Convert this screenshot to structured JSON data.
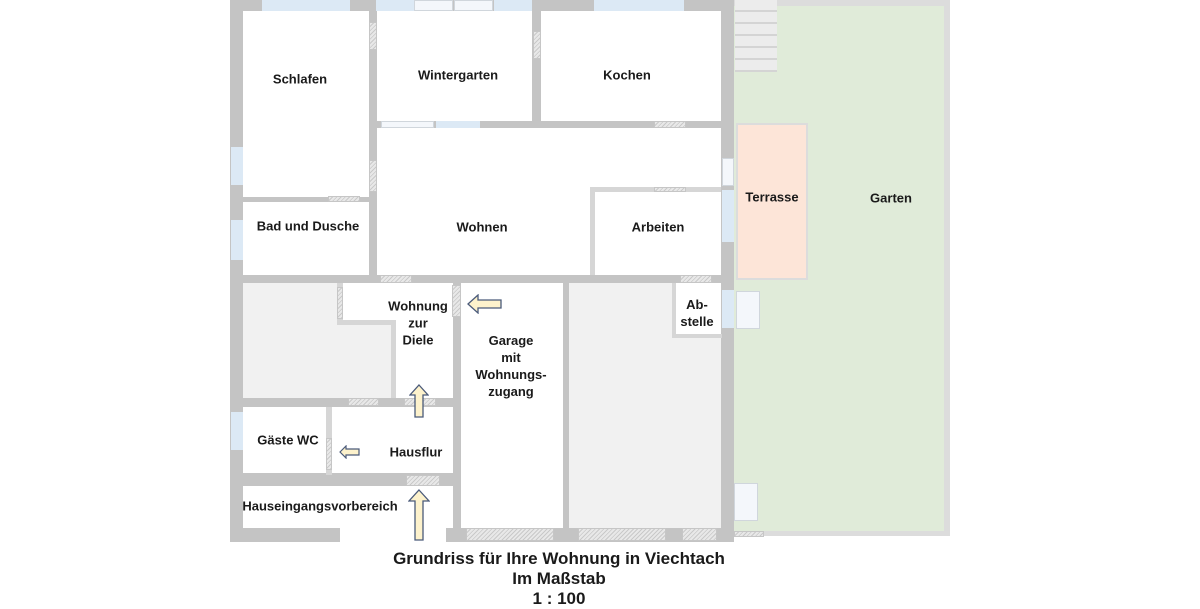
{
  "rooms": {
    "schlafen": "Schlafen",
    "wintergarten": "Wintergarten",
    "kochen": "Kochen",
    "bad": "Bad und Dusche",
    "wohnen": "Wohnen",
    "arbeiten": "Arbeiten",
    "terrasse": "Terrasse",
    "garten": "Garten",
    "diele_1": "Wohnung",
    "diele_2": "zur",
    "diele_3": "Diele",
    "garage_1": "Garage",
    "garage_2": "mit",
    "garage_3": "Wohnungs-",
    "garage_4": "zugang",
    "abstelle_1": "Ab-",
    "abstelle_2": "stelle",
    "gaeste_wc": "Gäste WC",
    "hausflur": "Hausflur",
    "eingang": "Hauseingangsvorbereich"
  },
  "caption": {
    "line1": "Grundriss für Ihre Wohnung in Viechtach",
    "line2": "Im Maßstab",
    "line3": "1 : 100"
  },
  "colors": {
    "wall": "#c4c4c4",
    "garden": "#e0ebd9",
    "terrace": "#fde5d8",
    "window": "#dce9f5",
    "arrow_fill": "#fdf2cc",
    "arrow_stroke": "#4a5a7a"
  }
}
